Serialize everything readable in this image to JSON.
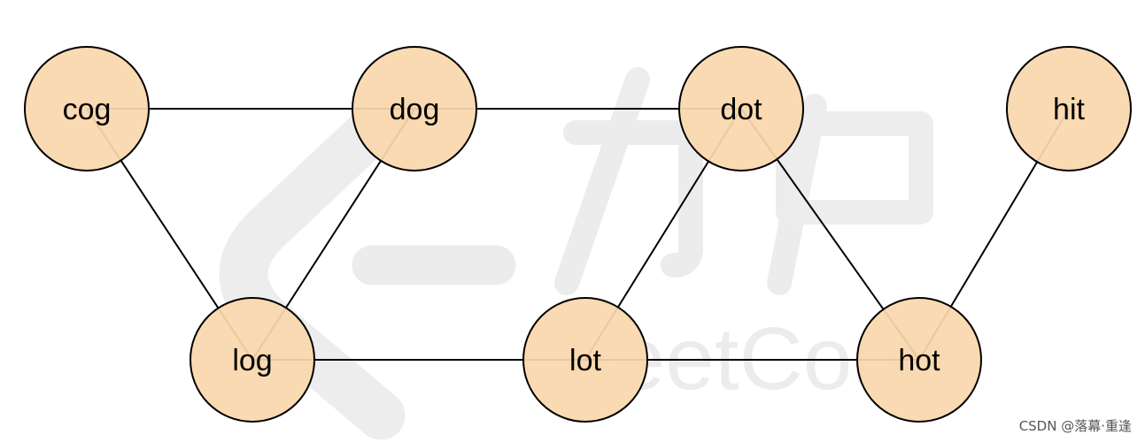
{
  "diagram": {
    "nodes": [
      {
        "id": "cog",
        "label": "cog"
      },
      {
        "id": "dog",
        "label": "dog"
      },
      {
        "id": "dot",
        "label": "dot"
      },
      {
        "id": "hit",
        "label": "hit"
      },
      {
        "id": "log",
        "label": "log"
      },
      {
        "id": "lot",
        "label": "lot"
      },
      {
        "id": "hot",
        "label": "hot"
      }
    ],
    "edges": [
      [
        "cog",
        "dog"
      ],
      [
        "dog",
        "dot"
      ],
      [
        "cog",
        "log"
      ],
      [
        "dog",
        "log"
      ],
      [
        "log",
        "lot"
      ],
      [
        "lot",
        "dot"
      ],
      [
        "lot",
        "hot"
      ],
      [
        "dot",
        "hot"
      ],
      [
        "hot",
        "hit"
      ]
    ],
    "colors": {
      "node_fill": "#fad7ac",
      "node_stroke": "#000000",
      "edge": "#000000"
    }
  },
  "watermark": {
    "logo_text": "LeetCode",
    "credit": "CSDN @落幕·重逢"
  }
}
